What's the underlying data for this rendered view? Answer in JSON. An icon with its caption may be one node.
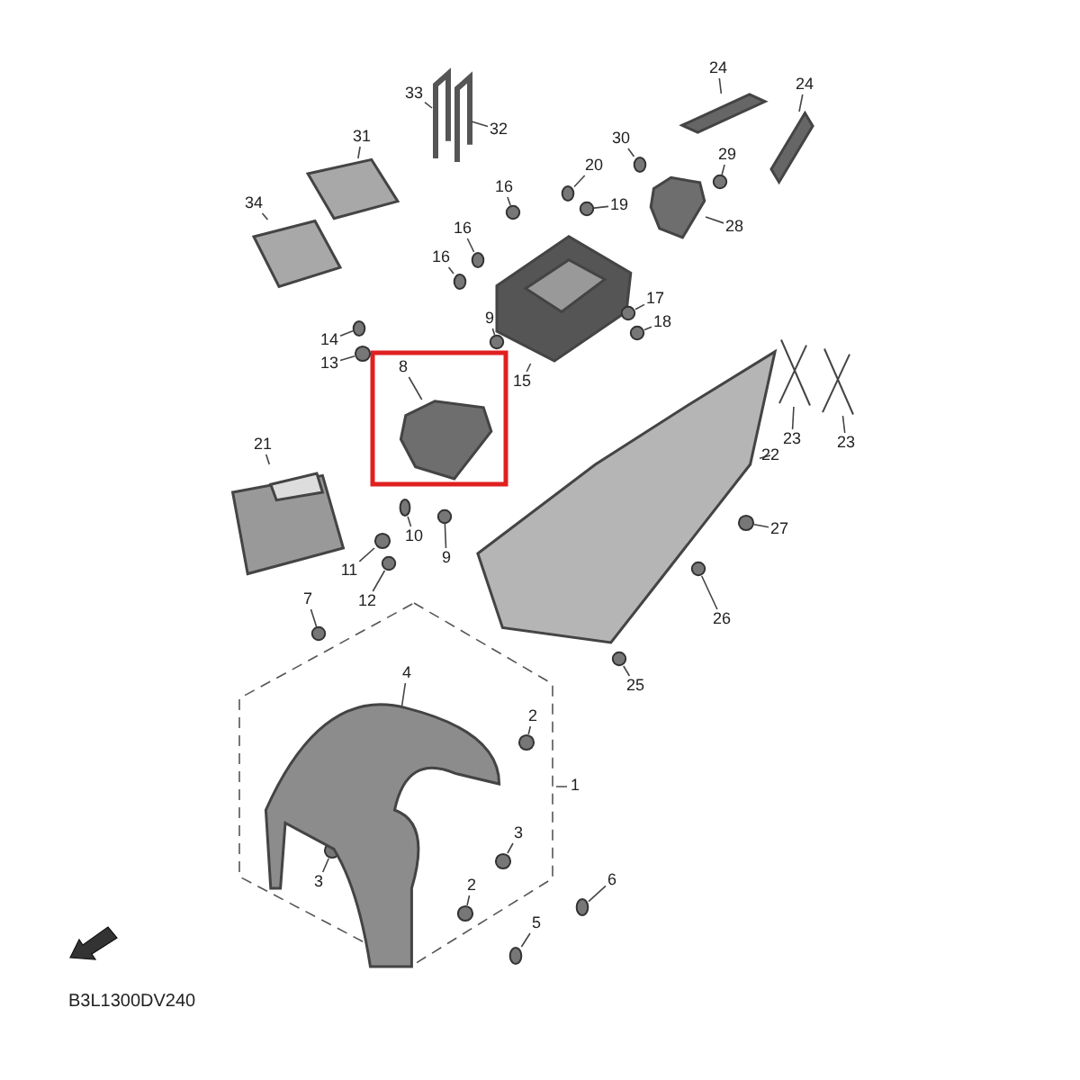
{
  "diagram": {
    "nodes": [
      {
        "text": [
          "2"
        ]
      },
      {
        "text": [],
        "shape": "circle"
      },
      {
        "text": [
          "2"
        ]
      },
      {
        "text": [],
        "shape": "circle"
      },
      {
        "text": [
          "3"
        ]
      },
      {
        "text": [],
        "shape": "circle"
      },
      {
        "text": [
          "3"
        ]
      },
      {
        "text": [],
        "shape": "circle"
      },
      {
        "text": [
          "4"
        ]
      },
      {
        "text": [],
        "shape": "picture"
      },
      {
        "text": [
          "5"
        ]
      },
      {
        "text": [],
        "shape": "circle"
      },
      {
        "text": [
          "6"
        ]
      },
      {
        "text": [],
        "shape": "circle"
      },
      {
        "text": [
          "7"
        ]
      },
      {
        "text": [],
        "shape": "circle"
      },
      {
        "text": [
          "8"
        ]
      },
      {
        "text": [],
        "shape": "picture"
      },
      {
        "text": [
          "9"
        ]
      },
      {
        "text": [],
        "shape": "circle"
      },
      {
        "text": [
          "9"
        ]
      },
      {
        "text": [],
        "shape": "circle"
      },
      {
        "text": [
          "10"
        ]
      },
      {
        "text": [],
        "shape": "circle"
      },
      {
        "text": [
          "11"
        ]
      },
      {
        "text": [],
        "shape": "circle"
      },
      {
        "text": [
          "12"
        ]
      },
      {
        "text": [],
        "shape": "circle"
      },
      {
        "text": [
          "13"
        ]
      },
      {
        "text": [],
        "shape": "circle"
      },
      {
        "text": [
          "14"
        ]
      },
      {
        "text": [],
        "shape": "circle"
      },
      {
        "text": [
          "15"
        ]
      },
      {
        "text": [],
        "shape": "picture"
      },
      {
        "text": [
          "16"
        ]
      },
      {
        "text": [],
        "shape": "circle"
      },
      {
        "text": [
          "16"
        ]
      },
      {
        "text": [],
        "shape": "circle"
      },
      {
        "text": [
          "16"
        ]
      },
      {
        "text": [],
        "shape": "circle"
      },
      {
        "text": [
          "17"
        ]
      },
      {
        "text": [],
        "shape": "circle"
      },
      {
        "text": [
          "18"
        ]
      },
      {
        "text": [],
        "shape": "circle"
      },
      {
        "text": [
          "19"
        ]
      },
      {
        "text": [],
        "shape": "circle"
      },
      {
        "text": [
          "20"
        ]
      },
      {
        "text": [],
        "shape": "circle"
      },
      {
        "text": [
          "21"
        ]
      },
      {
        "text": [],
        "shape": "picture"
      },
      {
        "text": [
          "22"
        ]
      },
      {
        "text": [],
        "shape": "picture"
      },
      {
        "text": [
          "23"
        ]
      },
      {
        "text": [],
        "shape": "picture"
      },
      {
        "text": [
          "23"
        ]
      },
      {
        "text": [],
        "shape": "picture"
      },
      {
        "text": [
          "24"
        ]
      },
      {
        "text": [],
        "shape": "picture"
      },
      {
        "text": [
          "24"
        ]
      },
      {
        "text": [],
        "shape": "picture"
      },
      {
        "text": [
          "25"
        ]
      },
      {
        "text": [],
        "shape": "circle"
      },
      {
        "text": [
          "26"
        ]
      },
      {
        "text": [],
        "shape": "circle"
      },
      {
        "text": [
          "27"
        ]
      },
      {
        "text": [],
        "shape": "circle"
      },
      {
        "text": [
          "28"
        ]
      },
      {
        "text": [],
        "shape": "picture"
      },
      {
        "text": [
          "29"
        ]
      },
      {
        "text": [],
        "shape": "circle"
      },
      {
        "text": [
          "30"
        ]
      },
      {
        "text": [],
        "shape": "circle"
      },
      {
        "text": [
          "31"
        ]
      },
      {
        "text": [],
        "shape": "picture"
      },
      {
        "text": [
          "32"
        ]
      },
      {
        "text": [],
        "shape": "picture"
      },
      {
        "text": [
          "33"
        ]
      },
      {
        "text": [],
        "shape": "picture"
      },
      {
        "text": [
          "34"
        ]
      },
      {
        "text": [],
        "shape": "picture"
      }
    ],
    "edges": [
      {
        "from": 0,
        "to": 1,
        "arrow": "none"
      },
      {
        "from": 2,
        "to": 3,
        "arrow": "none"
      },
      {
        "from": 4,
        "to": 5,
        "arrow": "none"
      },
      {
        "from": 6,
        "to": 7,
        "arrow": "none"
      },
      {
        "from": 8,
        "to": 9,
        "arrow": "none"
      },
      {
        "from": 10,
        "to": 11,
        "arrow": "none"
      },
      {
        "from": 12,
        "to": 13,
        "arrow": "none"
      },
      {
        "from": 14,
        "to": 15,
        "arrow": "none"
      },
      {
        "from": 16,
        "to": 17,
        "arrow": "none"
      },
      {
        "from": 18,
        "to": 19,
        "arrow": "none"
      },
      {
        "from": 20,
        "to": 21,
        "arrow": "none"
      },
      {
        "from": 22,
        "to": 23,
        "arrow": "none"
      },
      {
        "from": 24,
        "to": 25,
        "arrow": "none"
      },
      {
        "from": 26,
        "to": 27,
        "arrow": "none"
      },
      {
        "from": 28,
        "to": 29,
        "arrow": "none"
      },
      {
        "from": 30,
        "to": 31,
        "arrow": "none"
      },
      {
        "from": 32,
        "to": 33,
        "arrow": "none"
      },
      {
        "from": 34,
        "to": 35,
        "arrow": "none"
      },
      {
        "from": 36,
        "to": 37,
        "arrow": "none"
      },
      {
        "from": 38,
        "to": 39,
        "arrow": "none"
      },
      {
        "from": 40,
        "to": 41,
        "arrow": "none"
      },
      {
        "from": 42,
        "to": 43,
        "arrow": "none"
      },
      {
        "from": 44,
        "to": 45,
        "arrow": "none"
      },
      {
        "from": 46,
        "to": 47,
        "arrow": "none"
      },
      {
        "from": 48,
        "to": 49,
        "arrow": "none"
      },
      {
        "from": 50,
        "to": 51,
        "arrow": "none"
      },
      {
        "from": 52,
        "to": 53,
        "arrow": "none"
      },
      {
        "from": 54,
        "to": 55,
        "arrow": "none"
      },
      {
        "from": 56,
        "to": 57,
        "arrow": "none"
      },
      {
        "from": 58,
        "to": 59,
        "arrow": "none"
      },
      {
        "from": 60,
        "to": 61,
        "arrow": "none"
      },
      {
        "from": 62,
        "to": 63,
        "arrow": "none"
      },
      {
        "from": 64,
        "to": 65,
        "arrow": "none"
      },
      {
        "from": 66,
        "to": 67,
        "arrow": "none"
      },
      {
        "from": 68,
        "to": 69,
        "arrow": "none"
      },
      {
        "from": 70,
        "to": 71,
        "arrow": "none"
      },
      {
        "from": 72,
        "to": 73,
        "arrow": "none"
      },
      {
        "from": 74,
        "to": 75,
        "arrow": "none"
      },
      {
        "from": 76,
        "to": 77,
        "arrow": "none"
      },
      {
        "from": 78,
        "to": 79,
        "arrow": "none"
      }
    ],
    "labels": [
      "1",
      "B3L1300DV240"
    ]
  }
}
